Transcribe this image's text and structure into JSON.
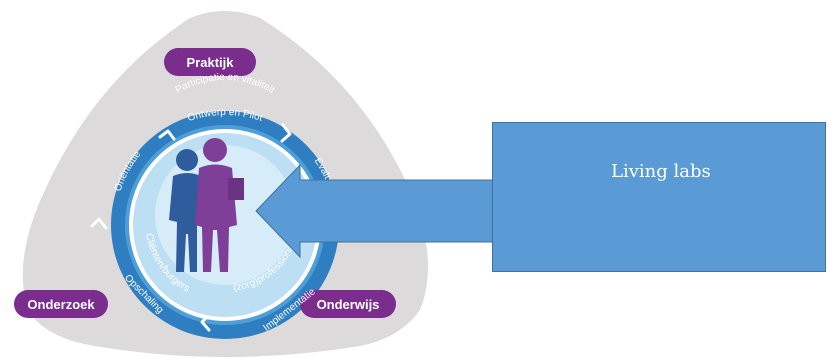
{
  "diagram": {
    "corner_labels": {
      "top": "Praktijk",
      "left": "Onderzoek",
      "right": "Onderwijs"
    },
    "ring_labels": {
      "top": "Ontwerp en Pilot",
      "right": "Evaluatie",
      "bottom_right": "Implementatie",
      "bottom_left": "Opschaling",
      "left": "Oriëntatie"
    },
    "inner_labels": {
      "top": "Participatie en vitaliteit",
      "left": "Cliënten/burgers",
      "right": "(zorg)professionals"
    },
    "callout_label": "Living labs"
  },
  "colors": {
    "triangle": "#dcdada",
    "pill": "#7b2d8e",
    "ring_dark": "#2e7ec1",
    "ring_light": "#4e9fd8",
    "inner_fill": "#bcdff3",
    "person_left": "#2f5c9c",
    "person_right": "#7f3f98",
    "callout_fill": "#5b9bd5",
    "callout_border": "#41719c",
    "arrow_fill": "#5b9bd5",
    "arrow_border": "#41719c"
  }
}
